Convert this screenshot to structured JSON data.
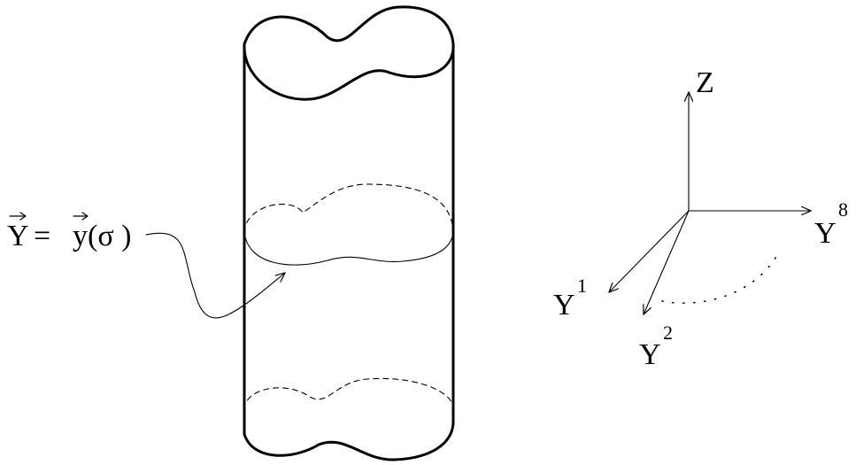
{
  "equation": {
    "lhs": "Y",
    "equals": "=",
    "rhs_var": "y",
    "rhs_arg": "(σ )"
  },
  "axes": {
    "z": "Z",
    "y8": {
      "base": "Y",
      "sup": "8"
    },
    "y1": {
      "base": "Y",
      "sup": "1"
    },
    "y2": {
      "base": "Y",
      "sup": "2"
    }
  }
}
